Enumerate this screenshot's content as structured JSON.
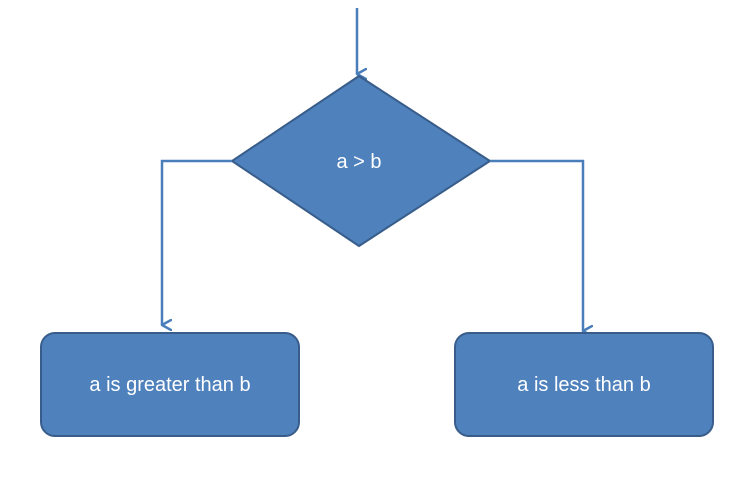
{
  "diagram": {
    "decision": {
      "label": "a > b"
    },
    "left_box": {
      "label": "a is greater than b"
    },
    "right_box": {
      "label": "a is less than b"
    }
  },
  "colors": {
    "fill": "#4f81bd",
    "stroke": "#385d8a",
    "connector": "#4a7ebb",
    "text": "#ffffff",
    "background": "#ffffff"
  }
}
